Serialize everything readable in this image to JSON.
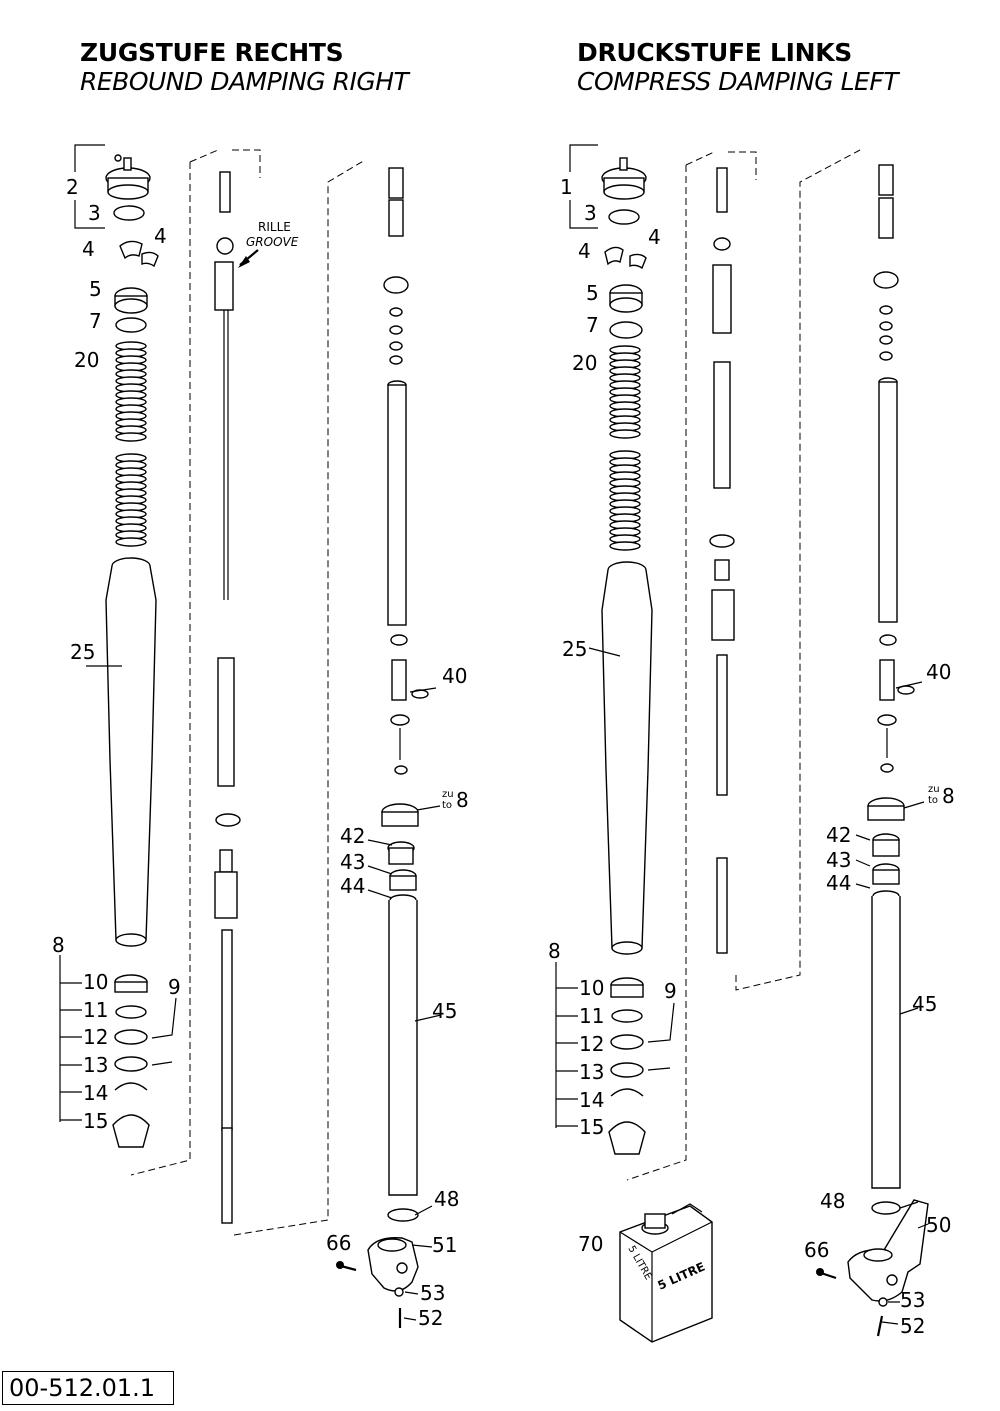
{
  "left_panel": {
    "title": "ZUGSTUFE RECHTS",
    "subtitle": "REBOUND DAMPING RIGHT",
    "groove_label_de": "RILLE",
    "groove_label_en": "GROOVE",
    "zu_label": "zu",
    "to_label": "to",
    "zu_target": "8",
    "callouts": [
      "2",
      "3",
      "4",
      "4",
      "5",
      "7",
      "20",
      "25",
      "8",
      "10",
      "11",
      "9",
      "12",
      "13",
      "14",
      "15",
      "40",
      "42",
      "43",
      "44",
      "45",
      "48",
      "51",
      "66",
      "53",
      "52"
    ]
  },
  "right_panel": {
    "title": "DRUCKSTUFE LINKS",
    "subtitle": "COMPRESS DAMPING LEFT",
    "zu_label": "zu",
    "to_label": "to",
    "zu_target": "8",
    "canister_text_1": "5 LITRE",
    "canister_text_2": "5 LITRE",
    "callouts": [
      "1",
      "3",
      "4",
      "4",
      "5",
      "7",
      "20",
      "25",
      "8",
      "10",
      "11",
      "9",
      "12",
      "13",
      "14",
      "15",
      "40",
      "42",
      "43",
      "44",
      "45",
      "70",
      "48",
      "50",
      "66",
      "53",
      "52"
    ]
  },
  "reference_number": "00-512.01.1"
}
